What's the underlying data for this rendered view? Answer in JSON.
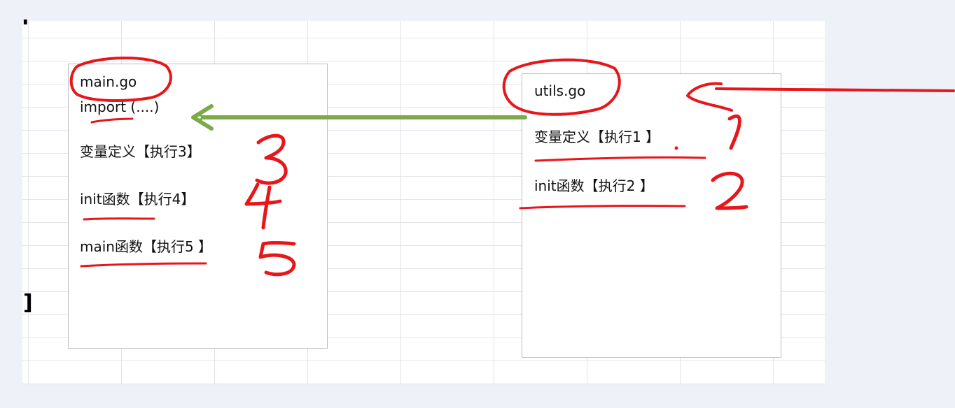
{
  "left_box": {
    "filename": "main.go",
    "import_line": "import (....)",
    "steps": [
      "变量定义【执行3】",
      "init函数【执行4】",
      "main函数【执行5 】"
    ]
  },
  "right_box": {
    "filename": "utils.go",
    "steps": [
      "变量定义【执行1 】",
      "init函数【执行2 】"
    ]
  },
  "annotations": {
    "order_numbers": [
      "1",
      "2",
      "3",
      "4",
      "5"
    ],
    "arrow_color": "#7aab48",
    "ink_color": "#e8161b"
  }
}
